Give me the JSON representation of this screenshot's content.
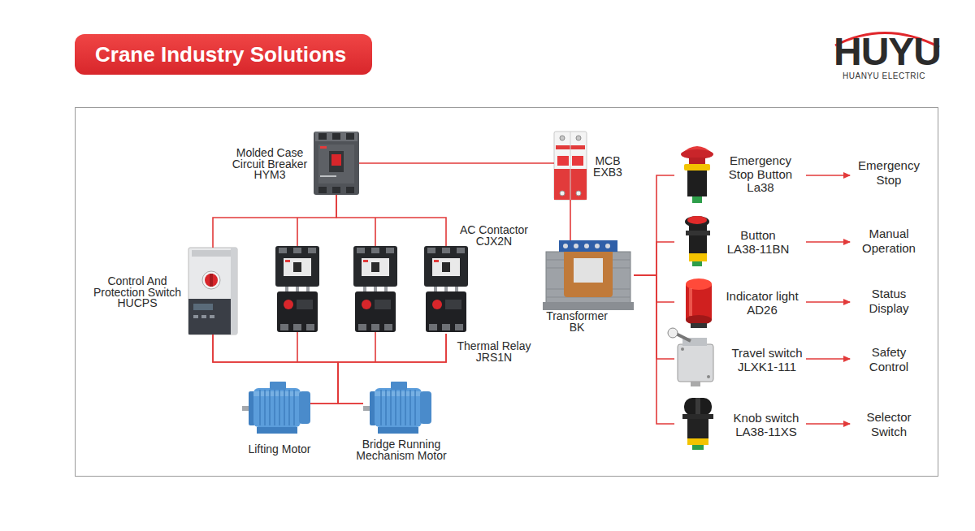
{
  "diagram": {
    "title": "Crane Industry Solutions",
    "nodes": [
      {
        "text": [
          "Molded Case Circuit Breaker",
          "HYM3"
        ]
      },
      {
        "text": [
          "MCB",
          "EXB3"
        ]
      },
      {
        "text": [
          "Control And Protection Switch",
          "HUCPS"
        ]
      },
      {
        "text": [
          "AC Contactor",
          "CJX2N",
          "Thermal Relay",
          "JRS1N"
        ]
      },
      {
        "text": [
          "Transformer",
          "BK"
        ]
      },
      {
        "text": [
          "Lifting Motor"
        ]
      },
      {
        "text": [
          "Bridge Running Mechanism Motor"
        ]
      },
      {
        "text": [
          "Emergency Stop Button",
          "La38"
        ]
      },
      {
        "text": [
          "Emergency Stop"
        ]
      },
      {
        "text": [
          "Button",
          "LA38-11BN"
        ]
      },
      {
        "text": [
          "Manual Operation"
        ]
      },
      {
        "text": [
          "Indicator light",
          "AD26"
        ]
      },
      {
        "text": [
          "Status Display"
        ]
      },
      {
        "text": [
          "Travel switch",
          "JLXK1-111"
        ]
      },
      {
        "text": [
          "Safety Control"
        ]
      },
      {
        "text": [
          "Knob switch",
          "LA38-11XS"
        ]
      },
      {
        "text": [
          "Selector Switch"
        ]
      }
    ],
    "edges": [
      {
        "from": 0,
        "to": 1,
        "arrow": "none"
      },
      {
        "from": 1,
        "to": 4,
        "arrow": "none"
      },
      {
        "from": 0,
        "to": 2,
        "arrow": "none"
      },
      {
        "from": 0,
        "to": 3,
        "arrow": "none"
      },
      {
        "from": 2,
        "to": 5,
        "arrow": "none"
      },
      {
        "from": 2,
        "to": 6,
        "arrow": "none"
      },
      {
        "from": 3,
        "to": 5,
        "arrow": "none"
      },
      {
        "from": 3,
        "to": 6,
        "arrow": "none"
      },
      {
        "from": 4,
        "to": 7,
        "arrow": "none"
      },
      {
        "from": 4,
        "to": 9,
        "arrow": "none"
      },
      {
        "from": 4,
        "to": 11,
        "arrow": "none"
      },
      {
        "from": 4,
        "to": 13,
        "arrow": "none"
      },
      {
        "from": 4,
        "to": 15,
        "arrow": "none"
      },
      {
        "from": 7,
        "to": 8,
        "arrow": "to"
      },
      {
        "from": 9,
        "to": 10,
        "arrow": "to"
      },
      {
        "from": 11,
        "to": 12,
        "arrow": "to"
      },
      {
        "from": 13,
        "to": 14,
        "arrow": "to"
      },
      {
        "from": 15,
        "to": 16,
        "arrow": "to"
      }
    ],
    "labels": [
      "HUYU",
      "HUANYU ELECTRIC"
    ]
  }
}
